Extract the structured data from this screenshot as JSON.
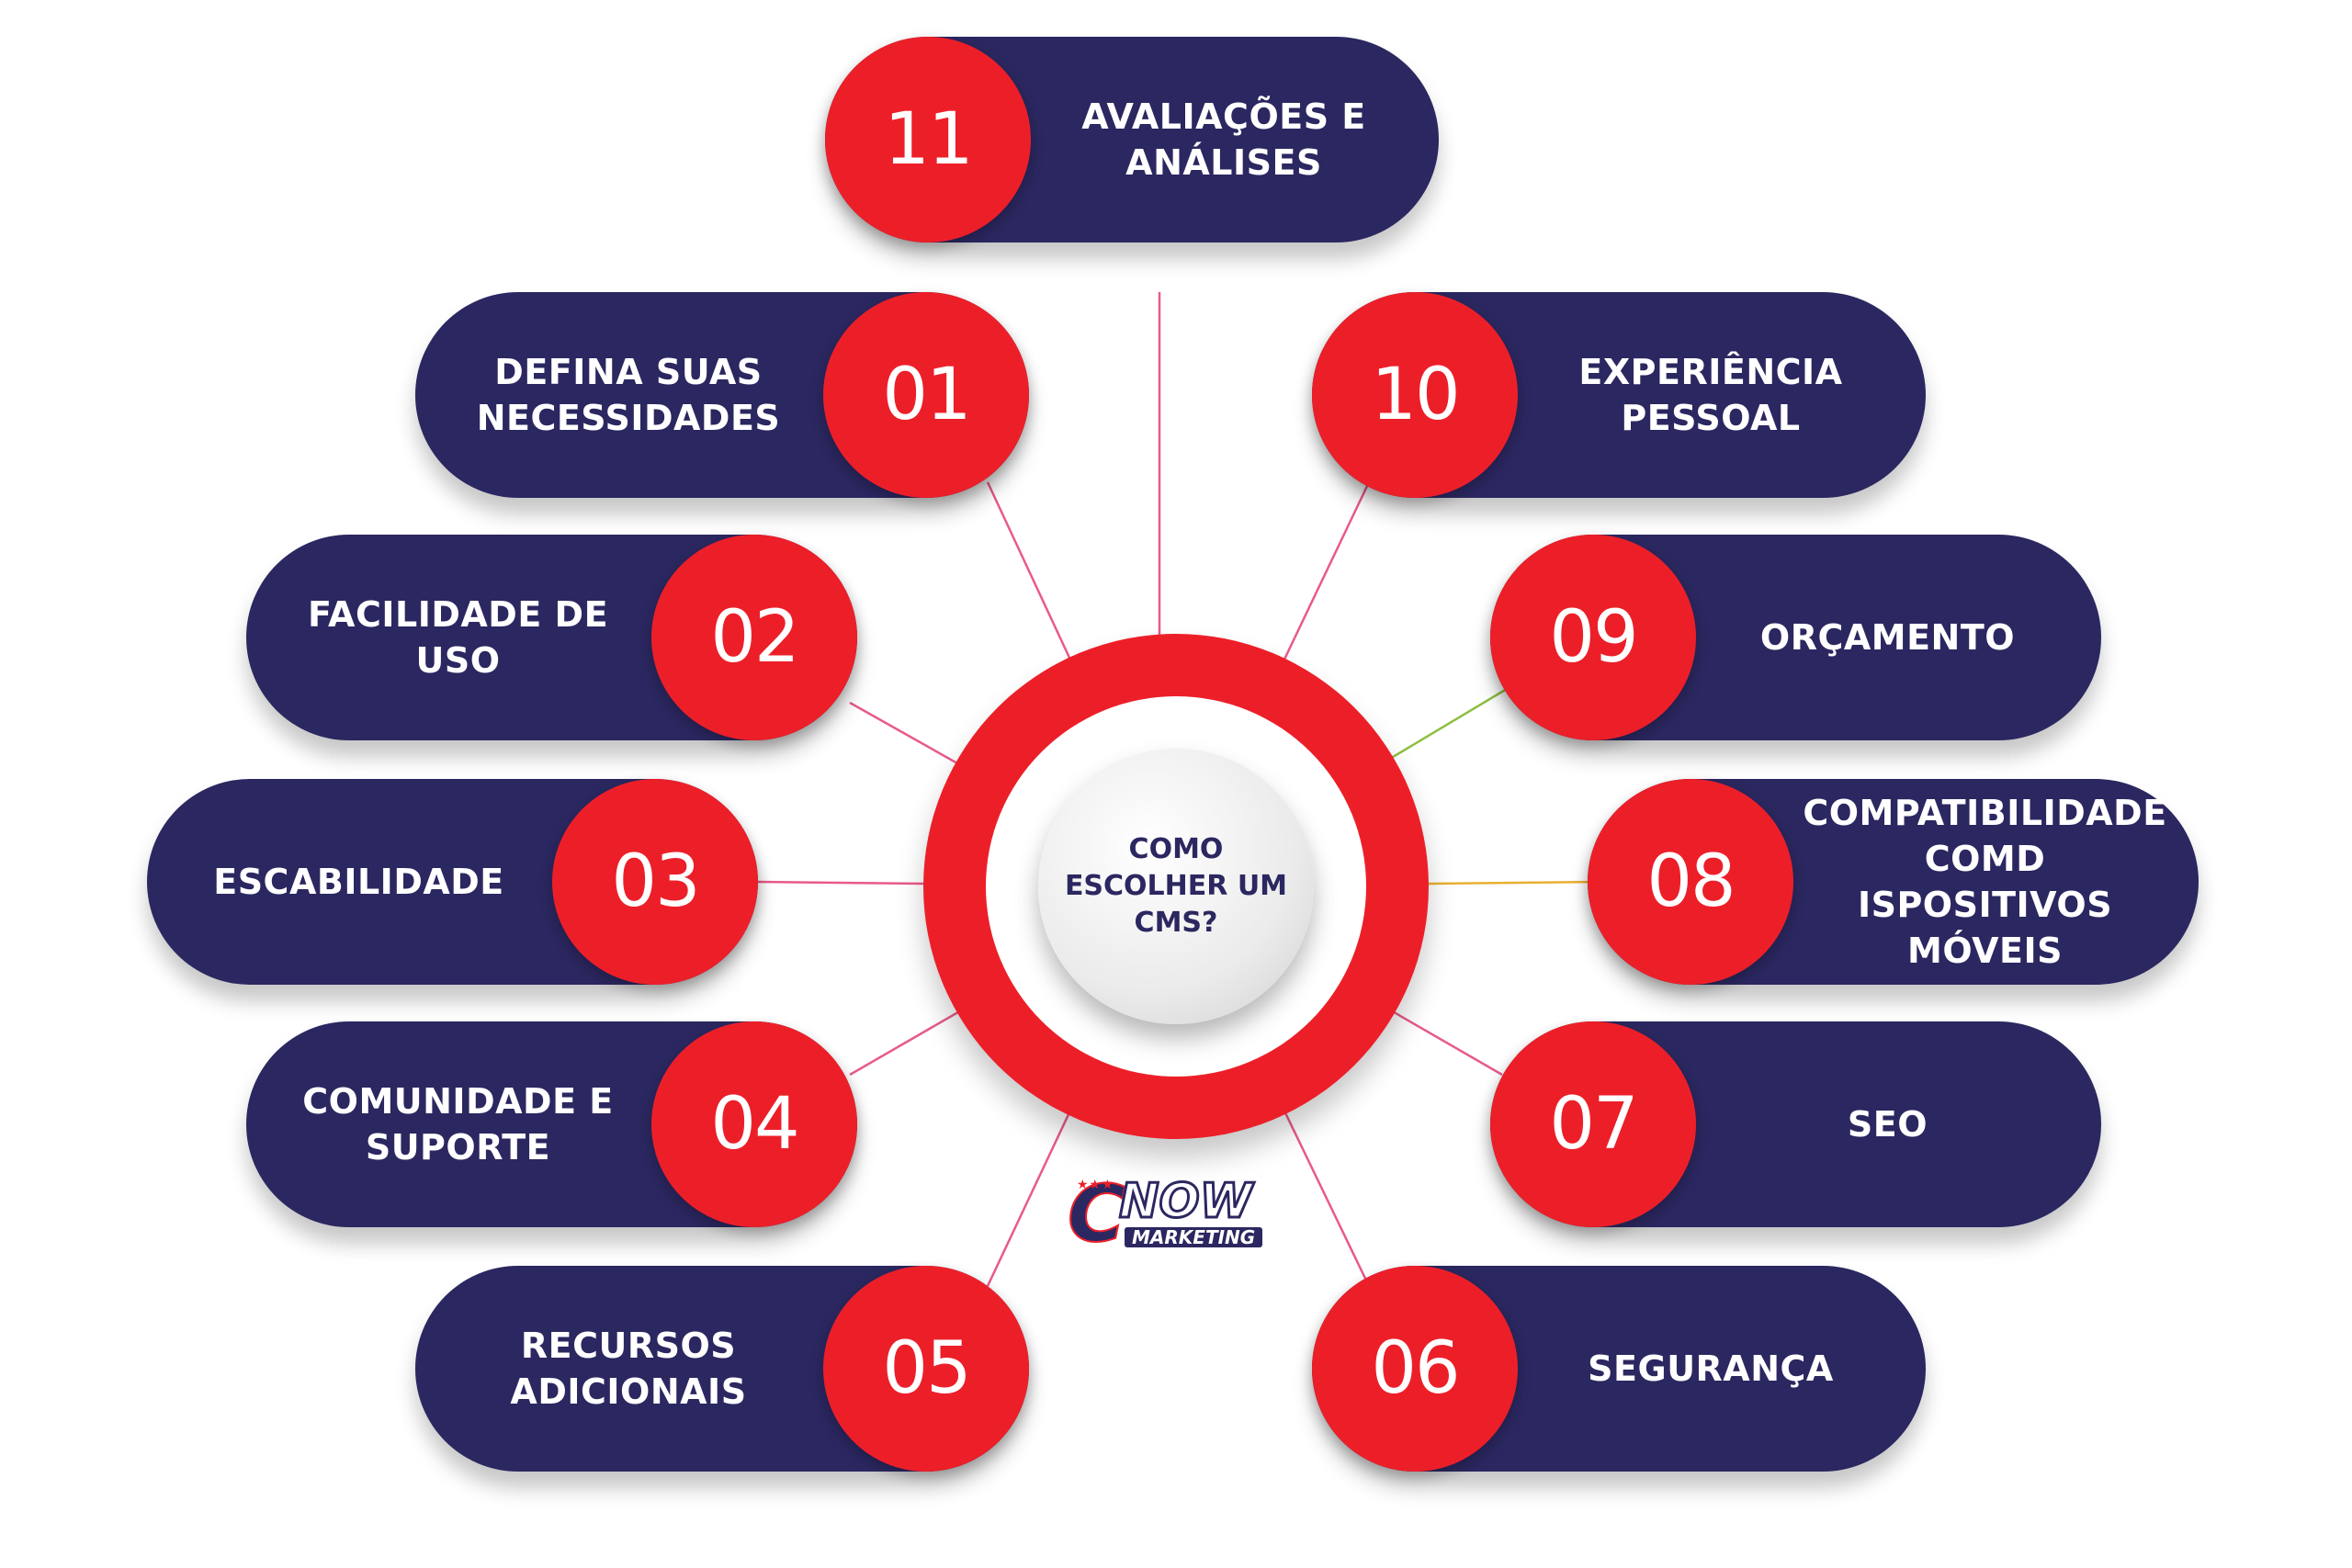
{
  "colors": {
    "navy": "#2b2760",
    "red": "#ec1f29",
    "link_pink": "#e85a8a",
    "link_green": "#8cbf3f",
    "link_yellow": "#e8b030"
  },
  "hub": {
    "title": "COMO\nESCOLHER UM\nCMS?"
  },
  "logo": {
    "mark": "C",
    "name": "NOW",
    "tagline": "MARKETING",
    "stars": "★★★"
  },
  "steps": [
    {
      "number": "01",
      "label": "DEFINA SUAS\nNECESSIDADES"
    },
    {
      "number": "02",
      "label": "FACILIDADE DE\nUSO"
    },
    {
      "number": "03",
      "label": "ESCABILIDADE"
    },
    {
      "number": "04",
      "label": "COMUNIDADE E\nSUPORTE"
    },
    {
      "number": "05",
      "label": "RECURSOS\nADICIONAIS"
    },
    {
      "number": "06",
      "label": "SEGURANÇA"
    },
    {
      "number": "07",
      "label": "SEO"
    },
    {
      "number": "08",
      "label": "COMPATIBILIDADE\nCOMD ISPOSITIVOS\nMÓVEIS"
    },
    {
      "number": "09",
      "label": "ORÇAMENTO"
    },
    {
      "number": "10",
      "label": "EXPERIÊNCIA\nPESSOAL"
    },
    {
      "number": "11",
      "label": "AVALIAÇÕES E\nANÁLISES"
    }
  ]
}
